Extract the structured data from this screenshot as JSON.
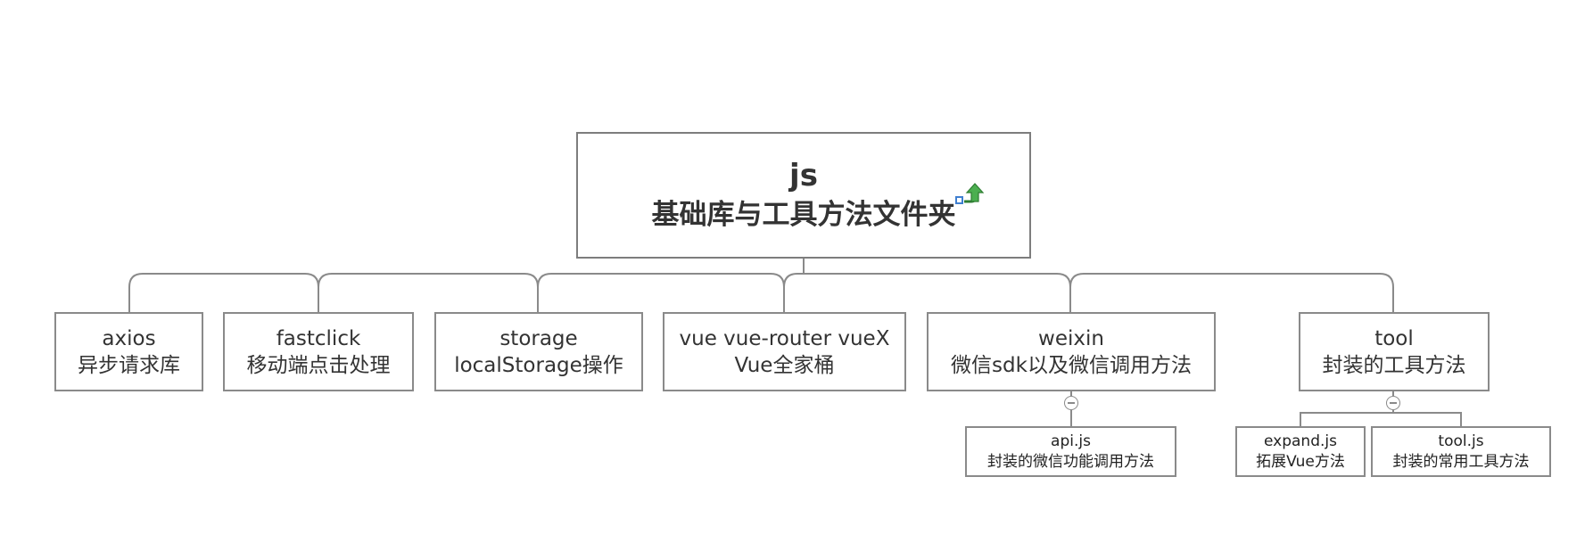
{
  "root": {
    "line1": "js",
    "line2": "基础库与工具方法文件夹",
    "icon": "upload-arrow-icon"
  },
  "children": [
    {
      "line1": "axios",
      "line2": "异步请求库"
    },
    {
      "line1": "fastclick",
      "line2": "移动端点击处理"
    },
    {
      "line1": "storage",
      "line2": "localStorage操作"
    },
    {
      "line1": "vue vue-router vueX",
      "line2": "Vue全家桶"
    },
    {
      "line1": "weixin",
      "line2": "微信sdk以及微信调用方法",
      "collapsed": false,
      "children": [
        {
          "line1": "api.js",
          "line2": "封装的微信功能调用方法"
        }
      ]
    },
    {
      "line1": "tool",
      "line2": "封装的工具方法",
      "collapsed": false,
      "children": [
        {
          "line1": "expand.js",
          "line2": "拓展Vue方法"
        },
        {
          "line1": "tool.js",
          "line2": "封装的常用工具方法"
        }
      ]
    }
  ],
  "colors": {
    "border": "#8a8a8a",
    "text": "#333333",
    "icon_green": "#4caf50",
    "icon_blue": "#3f7fd0"
  }
}
